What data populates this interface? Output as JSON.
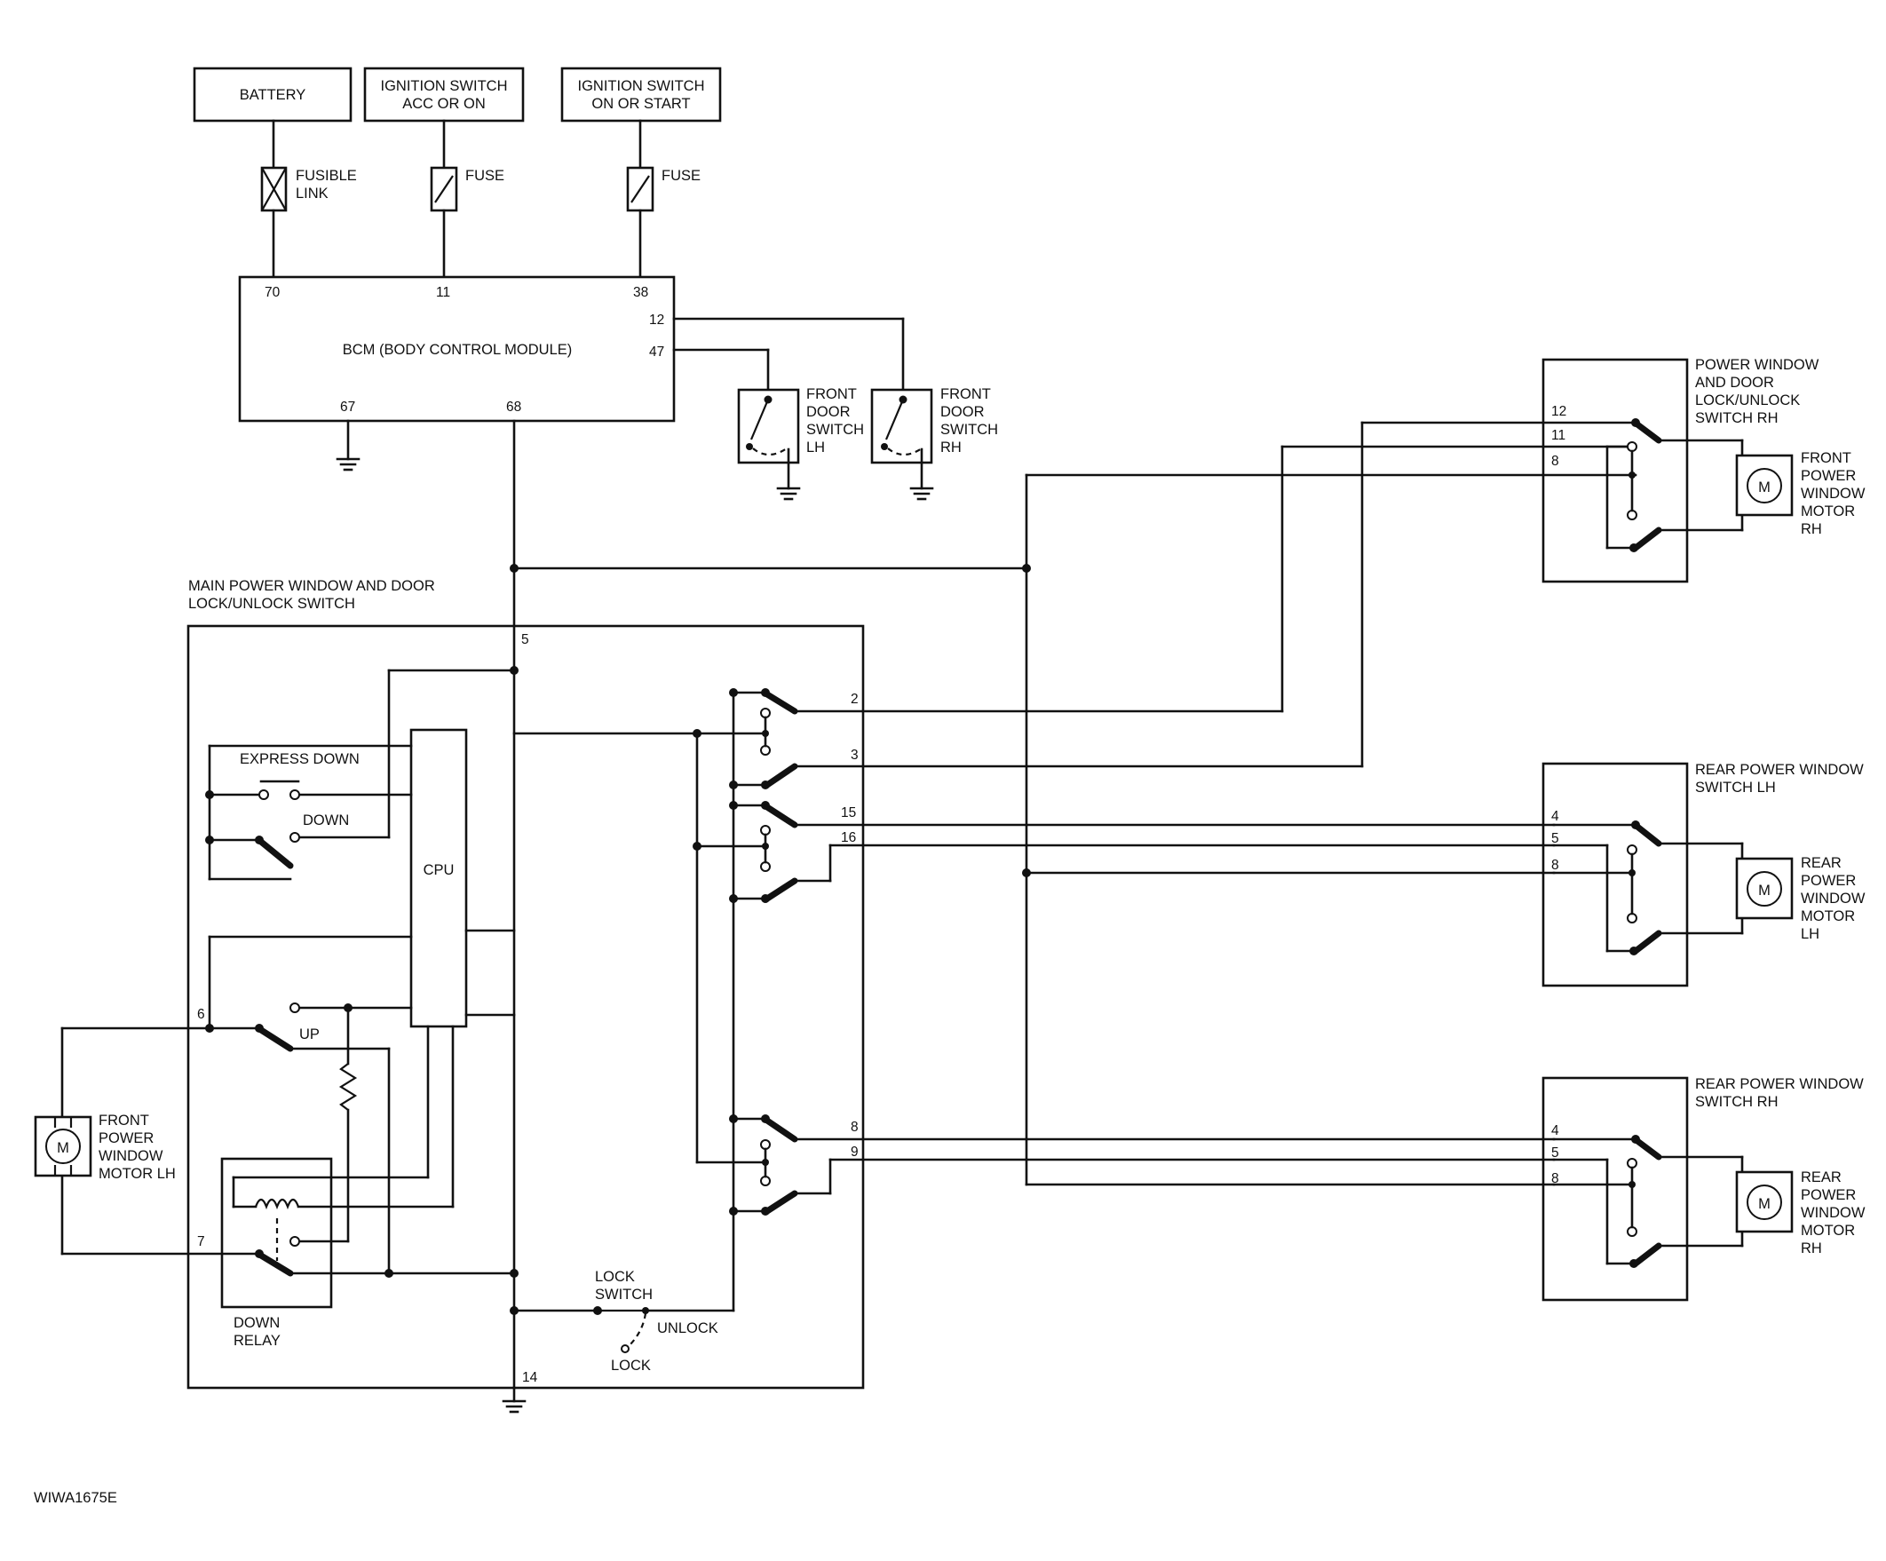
{
  "diagram_id": "WIWA1675E",
  "battery": {
    "label": "BATTERY",
    "protection": [
      "FUSIBLE",
      "LINK"
    ]
  },
  "ign_acc": {
    "label": [
      "IGNITION SWITCH",
      "ACC OR ON"
    ],
    "protection": "FUSE"
  },
  "ign_on": {
    "label": [
      "IGNITION SWITCH",
      "ON OR START"
    ],
    "protection": "FUSE"
  },
  "bcm": {
    "label": "BCM (BODY CONTROL MODULE)",
    "pins": {
      "battery": "70",
      "acc": "11",
      "ign": "38",
      "door_rh": "12",
      "door_lh": "47",
      "ground": "67",
      "signal": "68"
    }
  },
  "door_lh": {
    "label": [
      "FRONT",
      "DOOR",
      "SWITCH",
      "LH"
    ]
  },
  "door_rh": {
    "label": [
      "FRONT",
      "DOOR",
      "SWITCH",
      "RH"
    ]
  },
  "main_switch": {
    "title": [
      "MAIN POWER WINDOW AND DOOR",
      "LOCK/UNLOCK SWITCH"
    ],
    "cpu": "CPU",
    "express_down": "EXPRESS DOWN",
    "down": "DOWN",
    "up": "UP",
    "relay": [
      "DOWN",
      "RELAY"
    ],
    "lock_switch": [
      "LOCK",
      "SWITCH"
    ],
    "unlock": "UNLOCK",
    "lock": "LOCK",
    "pins": {
      "power": "5",
      "fr_a": "2",
      "fr_b": "3",
      "rl_a": "15",
      "rl_b": "16",
      "rr_a": "8",
      "rr_b": "9",
      "motor_a": "6",
      "motor_b": "7",
      "ground": "14"
    }
  },
  "front_lh_motor": {
    "symbol": "M",
    "label": [
      "FRONT",
      "POWER",
      "WINDOW",
      "MOTOR LH"
    ]
  },
  "pw_switch_rh": {
    "title": [
      "POWER WINDOW",
      "AND DOOR",
      "LOCK/UNLOCK",
      "SWITCH RH"
    ],
    "pins": [
      "12",
      "11",
      "8"
    ]
  },
  "front_rh_motor": {
    "symbol": "M",
    "label": [
      "FRONT",
      "POWER",
      "WINDOW",
      "MOTOR",
      "RH"
    ]
  },
  "rear_lh_switch": {
    "title": [
      "REAR POWER WINDOW",
      "SWITCH LH"
    ],
    "pins": [
      "4",
      "5",
      "8"
    ]
  },
  "rear_lh_motor": {
    "symbol": "M",
    "label": [
      "REAR",
      "POWER",
      "WINDOW",
      "MOTOR",
      "LH"
    ]
  },
  "rear_rh_switch": {
    "title": [
      "REAR POWER WINDOW",
      "SWITCH RH"
    ],
    "pins": [
      "4",
      "5",
      "8"
    ]
  },
  "rear_rh_motor": {
    "symbol": "M",
    "label": [
      "REAR",
      "POWER",
      "WINDOW",
      "MOTOR",
      "RH"
    ]
  }
}
